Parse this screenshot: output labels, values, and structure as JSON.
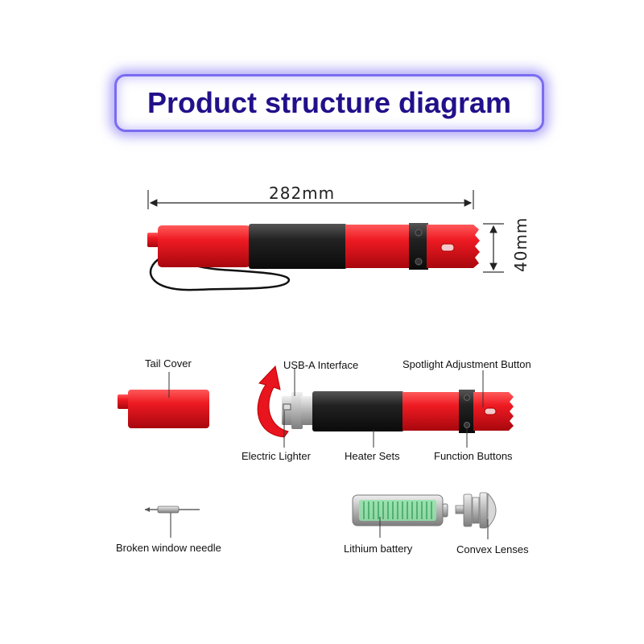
{
  "title": "Product structure diagram",
  "dimensions": {
    "length": "282mm",
    "diameter": "40mm"
  },
  "labels": {
    "tail_cover": "Tail Cover",
    "usb_a_interface": "USB-A Interface",
    "spotlight_adjustment_button": "Spotlight Adjustment Button",
    "electric_lighter": "Electric Lighter",
    "heater_sets": "Heater Sets",
    "function_buttons": "Function Buttons",
    "broken_window_needle": "Broken window needle",
    "lithium_battery": "Lithium battery",
    "convex_lenses": "Convex Lenses"
  },
  "colors": {
    "body_red": "#e8141e",
    "grip_black": "#1a1a1a",
    "title_purple": "#22108a",
    "glow": "#7a6cf0",
    "battery_green": "#8fe3a8"
  }
}
